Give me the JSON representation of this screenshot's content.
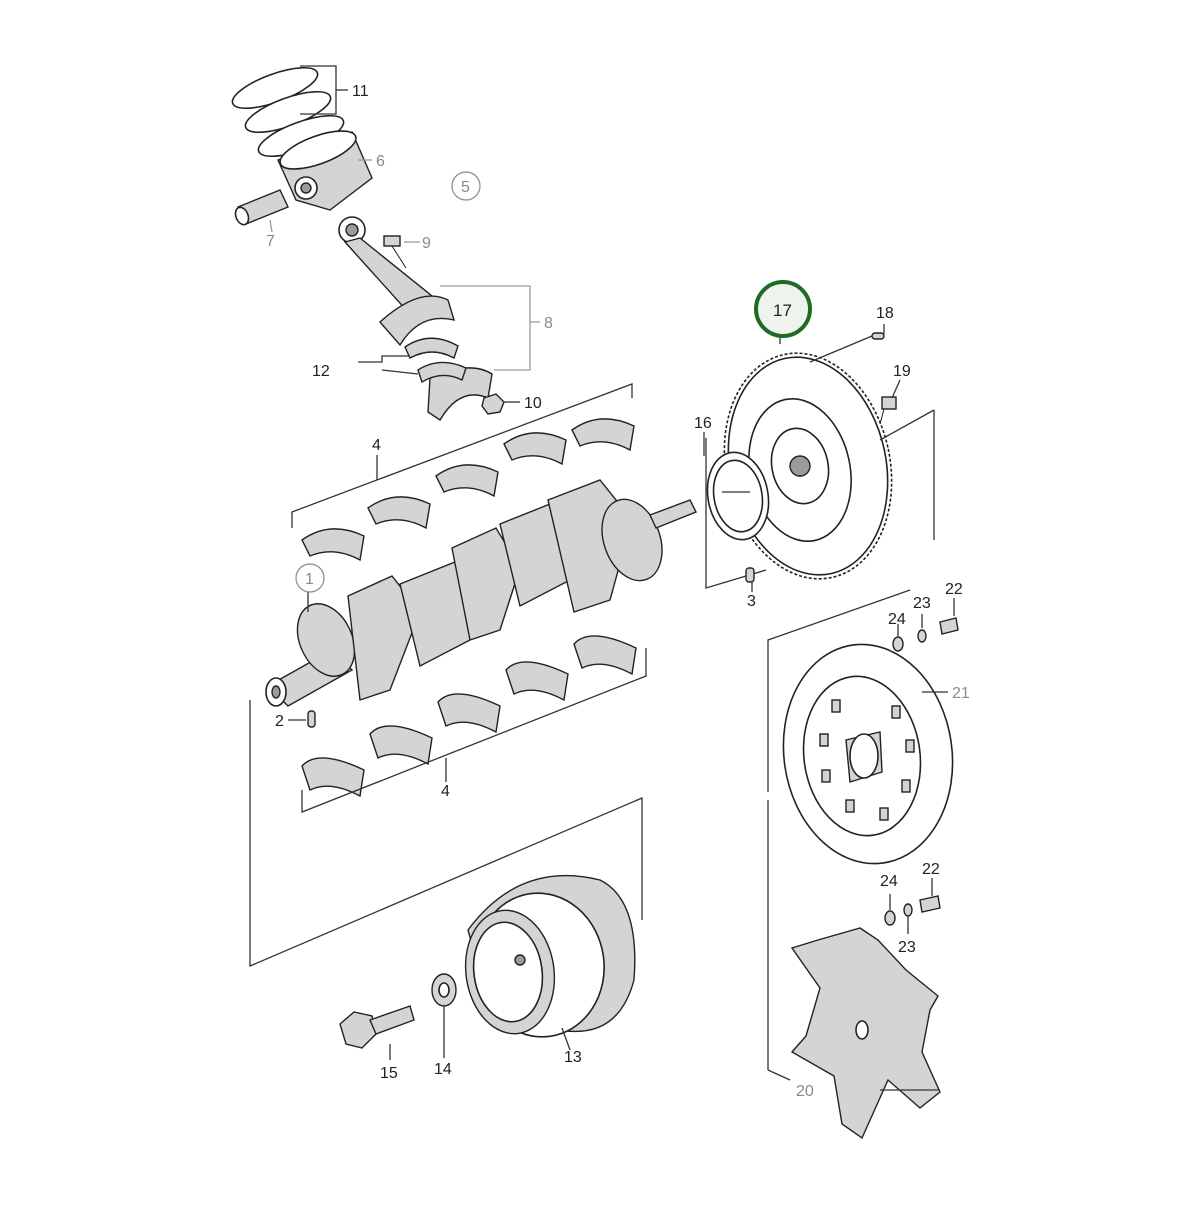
{
  "diagram": {
    "callouts": [
      {
        "id": "c1",
        "text": "1",
        "circled": true
      },
      {
        "id": "c2",
        "text": "2"
      },
      {
        "id": "c3",
        "text": "3"
      },
      {
        "id": "c4a",
        "text": "4"
      },
      {
        "id": "c4b",
        "text": "4"
      },
      {
        "id": "c5",
        "text": "5",
        "circled": true
      },
      {
        "id": "c6",
        "text": "6"
      },
      {
        "id": "c7",
        "text": "7"
      },
      {
        "id": "c8",
        "text": "8"
      },
      {
        "id": "c9",
        "text": "9"
      },
      {
        "id": "c10",
        "text": "10"
      },
      {
        "id": "c11",
        "text": "11"
      },
      {
        "id": "c12",
        "text": "12"
      },
      {
        "id": "c13",
        "text": "13"
      },
      {
        "id": "c14",
        "text": "14"
      },
      {
        "id": "c15",
        "text": "15"
      },
      {
        "id": "c16",
        "text": "16"
      },
      {
        "id": "c17",
        "text": "17",
        "highlighted": true
      },
      {
        "id": "c18",
        "text": "18"
      },
      {
        "id": "c19",
        "text": "19"
      },
      {
        "id": "c20",
        "text": "20"
      },
      {
        "id": "c21",
        "text": "21"
      },
      {
        "id": "c22a",
        "text": "22"
      },
      {
        "id": "c22b",
        "text": "22"
      },
      {
        "id": "c23a",
        "text": "23"
      },
      {
        "id": "c23b",
        "text": "23"
      },
      {
        "id": "c24a",
        "text": "24"
      },
      {
        "id": "c24b",
        "text": "24"
      }
    ],
    "colors": {
      "highlight_ring": "#1f6b24",
      "highlight_fill": "#eef3ee",
      "line": "#333333",
      "part_fill": "#d4d4d4",
      "part_shadow": "#9b9b9b"
    }
  }
}
